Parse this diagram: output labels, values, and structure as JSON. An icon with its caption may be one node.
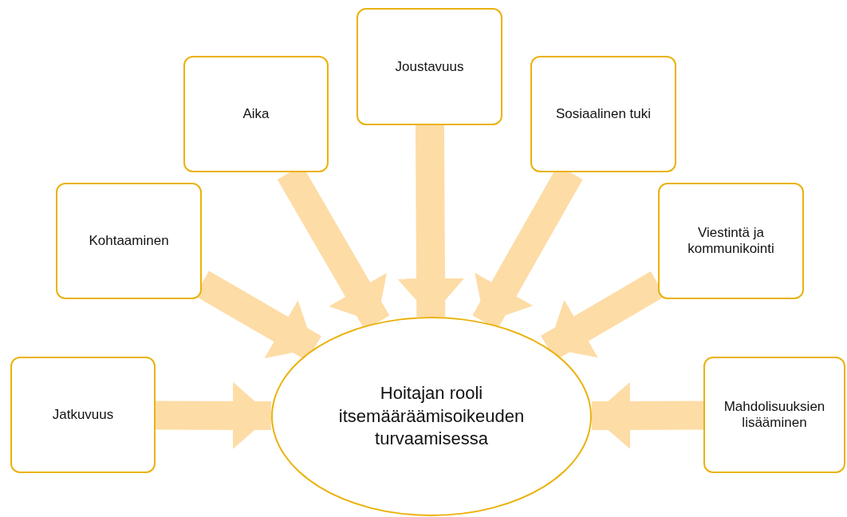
{
  "diagram": {
    "nodes": [
      {
        "text": [
          "Hoitajan rooli itsemääräämisoikeuden turvaamisessa"
        ]
      },
      {
        "text": [
          "Jatkuvuus"
        ]
      },
      {
        "text": [
          "Kohtaaminen"
        ]
      },
      {
        "text": [
          "Aika"
        ]
      },
      {
        "text": [
          "Joustavuus"
        ]
      },
      {
        "text": [
          "Sosiaalinen tuki"
        ]
      },
      {
        "text": [
          "Viestintä ja kommunikointi"
        ]
      },
      {
        "text": [
          "Mahdolisuuksien lisääminen"
        ]
      }
    ],
    "edges": [
      {
        "from": 1,
        "to": 0,
        "arrow": "to"
      },
      {
        "from": 2,
        "to": 0,
        "arrow": "to"
      },
      {
        "from": 3,
        "to": 0,
        "arrow": "to"
      },
      {
        "from": 4,
        "to": 0,
        "arrow": "to"
      },
      {
        "from": 5,
        "to": 0,
        "arrow": "to"
      },
      {
        "from": 6,
        "to": 0,
        "arrow": "to"
      },
      {
        "from": 7,
        "to": 0,
        "arrow": "to"
      }
    ]
  }
}
